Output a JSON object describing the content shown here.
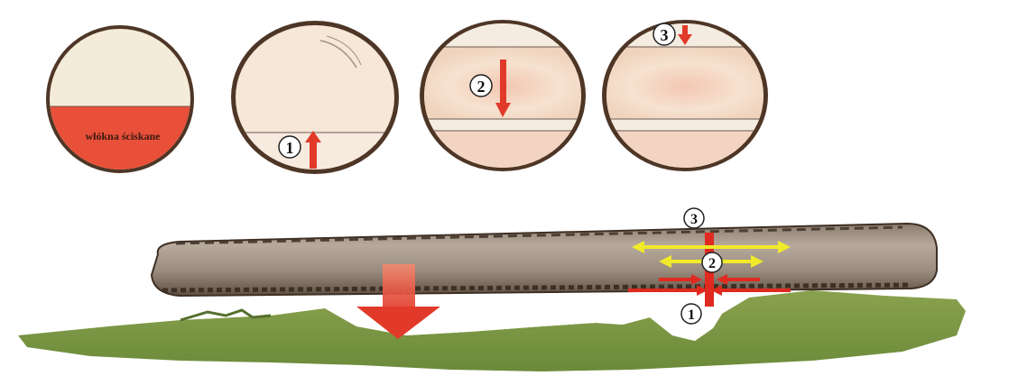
{
  "diagram": {
    "compressed_label": "włókna ściskane",
    "cross_section_steps": [
      "1",
      "2",
      "3"
    ],
    "log_steps": [
      "3",
      "2",
      "1"
    ]
  },
  "colors": {
    "bark": "#5a3f2c",
    "wood": "#f4dcc8",
    "compressed": "#e8503a",
    "arrow_red": "#e23a2a",
    "arrow_yellow": "#f0ea2a",
    "grass": "#6f8f3e"
  }
}
